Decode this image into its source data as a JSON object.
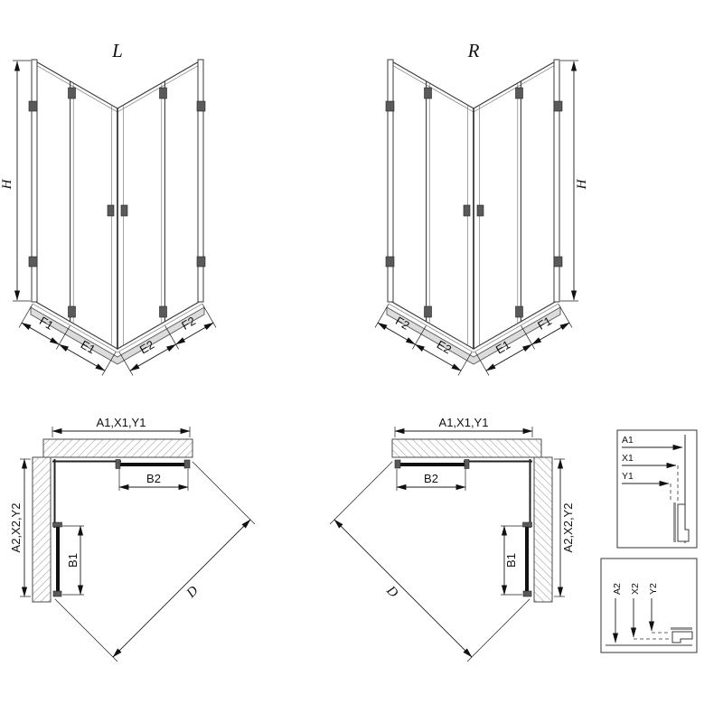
{
  "page": {
    "background": "#ffffff",
    "line_color": "#1c1c1c",
    "hatch_color": "#909090"
  },
  "iso_left": {
    "title": "L",
    "height": "H",
    "seg_f1": "F1",
    "seg_e1": "E1",
    "seg_e2": "E2",
    "seg_f2": "F2"
  },
  "iso_right": {
    "title": "R",
    "height": "H",
    "seg_f2": "F2",
    "seg_e2": "E2",
    "seg_e1": "E1",
    "seg_f1": "F1"
  },
  "plan_left": {
    "dim_top": "A1,X1,Y1",
    "dim_side": "A2,X2,Y2",
    "dim_b2": "B2",
    "dim_b1": "B1",
    "dim_diag": "D"
  },
  "plan_right": {
    "dim_top": "A1,X1,Y1",
    "dim_side": "A2,X2,Y2",
    "dim_b2": "B2",
    "dim_b1": "B1",
    "dim_diag": "D"
  },
  "detail_top": {
    "row1": "A1",
    "row2": "X1",
    "row3": "Y1"
  },
  "detail_bottom": {
    "col1": "A2",
    "col2": "X2",
    "col3": "Y2"
  }
}
